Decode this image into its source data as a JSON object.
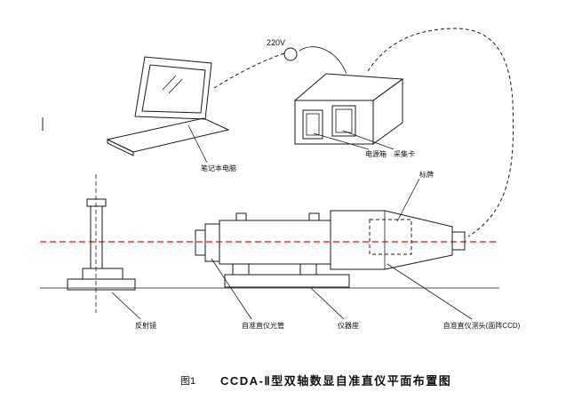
{
  "figure": {
    "voltage": "220V",
    "labels": {
      "laptop": "笔记本电脑",
      "power_box": "电源箱",
      "capture_card": "采集卡",
      "nameplate": "标牌",
      "mirror": "反射镜",
      "tube": "自准直仪光管",
      "instrument_base": "仪器座",
      "probe": "自准直仪测头(面阵CCD)"
    },
    "caption": {
      "prefix": "图1",
      "title": "CCDA-Ⅱ型双轴数显自准直仪平面布置图"
    },
    "colors": {
      "axis": "#ff0000",
      "line": "#1a1a1a",
      "background": "#ffffff"
    }
  }
}
